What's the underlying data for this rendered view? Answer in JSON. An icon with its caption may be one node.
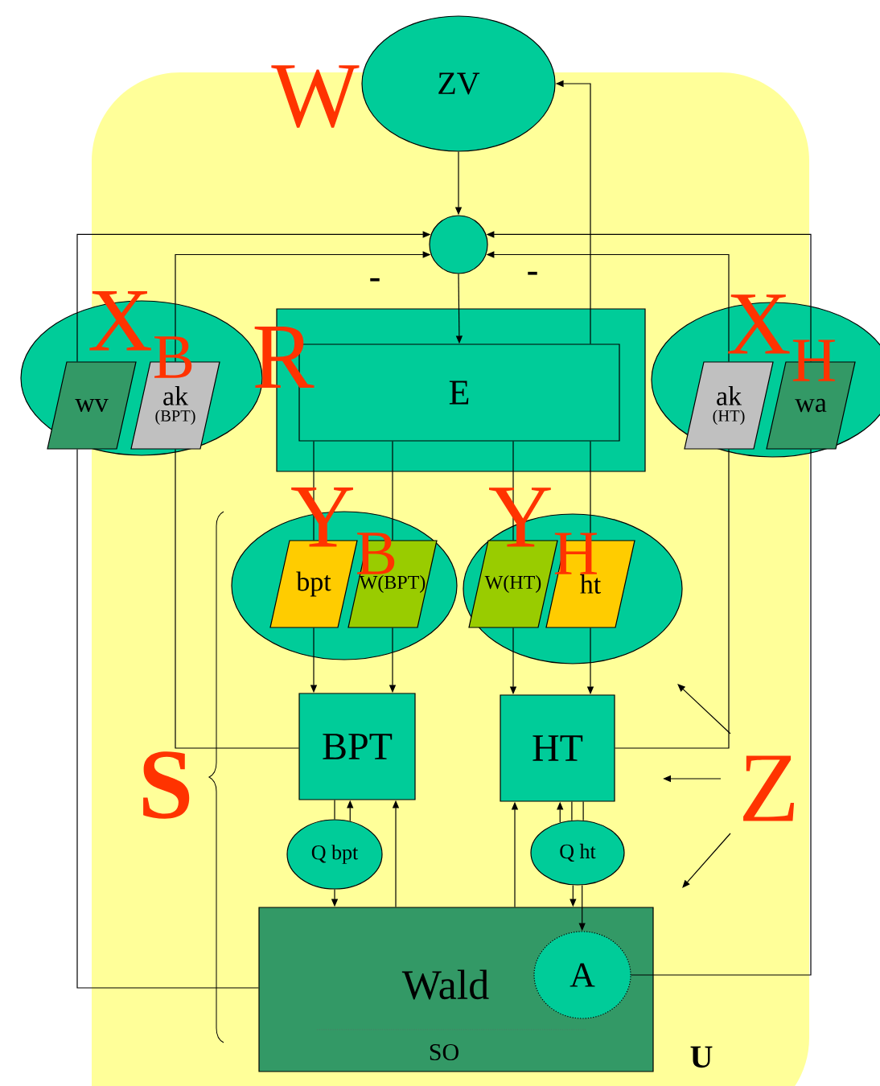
{
  "diagram": {
    "nodes": [
      {
        "text": [
          "ZV"
        ],
        "beside": [
          "W"
        ]
      },
      {
        "text": [],
        "shape": "circle"
      },
      {
        "text": [],
        "shape": "box",
        "beside": [
          "R"
        ]
      },
      {
        "text": [
          "E"
        ],
        "in": 2
      },
      {
        "text": [],
        "shape": "ellipse",
        "beside": [
          "X$_{B}$"
        ]
      },
      {
        "text": [
          "wv"
        ],
        "in": 4
      },
      {
        "text": [
          "ak",
          "(BPT)"
        ],
        "in": 4
      },
      {
        "text": [],
        "shape": "ellipse",
        "beside": [
          "X$_{H}$"
        ]
      },
      {
        "text": [
          "ak",
          "(HT)"
        ],
        "in": 7
      },
      {
        "text": [
          "wa"
        ],
        "in": 7
      },
      {
        "text": [],
        "shape": "ellipse",
        "beside": [
          "Y$_{B}$"
        ]
      },
      {
        "text": [
          "bpt"
        ],
        "in": 10
      },
      {
        "text": [
          "W(BPT)"
        ],
        "in": 10
      },
      {
        "text": [],
        "shape": "ellipse",
        "beside": [
          "Y$_{H}$"
        ]
      },
      {
        "text": [
          "W(HT)"
        ],
        "in": 13
      },
      {
        "text": [
          "ht"
        ],
        "in": 13
      },
      {
        "text": [
          "BPT"
        ]
      },
      {
        "text": [
          "HT"
        ]
      },
      {
        "text": [
          "Q bpt"
        ]
      },
      {
        "text": [
          "Q ht"
        ]
      },
      {
        "text": [
          "Wald",
          "SO"
        ]
      },
      {
        "text": [
          "A"
        ],
        "in": 20
      },
      {
        "text": [
          "Z"
        ]
      }
    ],
    "edges": [
      {
        "from": 0,
        "to": 1,
        "arrow": "to"
      },
      {
        "from": 1,
        "to": 3,
        "arrow": "to"
      },
      {
        "from": 3,
        "to": 0,
        "arrow": "to"
      },
      {
        "from": 20,
        "to": 5,
        "arrow": "none"
      },
      {
        "from": 5,
        "to": 1,
        "arrow": "to"
      },
      {
        "from": 16,
        "to": 6,
        "arrow": "none"
      },
      {
        "from": 6,
        "to": 1,
        "arrow": "to"
      },
      {
        "from": 17,
        "to": 8,
        "arrow": "none"
      },
      {
        "from": 8,
        "to": 1,
        "arrow": "to"
      },
      {
        "from": 21,
        "to": 9,
        "arrow": "none"
      },
      {
        "from": 9,
        "to": 1,
        "arrow": "to"
      },
      {
        "from": 3,
        "to": 11,
        "arrow": "none"
      },
      {
        "from": 3,
        "to": 12,
        "arrow": "none"
      },
      {
        "from": 3,
        "to": 14,
        "arrow": "none"
      },
      {
        "from": 3,
        "to": 15,
        "arrow": "none"
      },
      {
        "from": 11,
        "to": 16,
        "arrow": "to"
      },
      {
        "from": 12,
        "to": 16,
        "arrow": "to"
      },
      {
        "from": 14,
        "to": 17,
        "arrow": "to"
      },
      {
        "from": 15,
        "to": 17,
        "arrow": "to"
      },
      {
        "from": 16,
        "to": 18,
        "arrow": "none"
      },
      {
        "from": 18,
        "to": 20,
        "arrow": "to"
      },
      {
        "from": 18,
        "to": 16,
        "arrow": "to"
      },
      {
        "from": 20,
        "to": 16,
        "arrow": "to"
      },
      {
        "from": 20,
        "to": 17,
        "arrow": "to"
      },
      {
        "from": 19,
        "to": 17,
        "arrow": "to"
      },
      {
        "from": 17,
        "to": 19,
        "arrow": "none"
      },
      {
        "from": 17,
        "to": 19,
        "arrow": "none"
      },
      {
        "from": 19,
        "to": 20,
        "arrow": "to"
      },
      {
        "from": 19,
        "to": 21,
        "arrow": "to"
      },
      {
        "from": 22,
        "to": null,
        "arrow": "to"
      },
      {
        "from": 22,
        "to": null,
        "arrow": "to"
      },
      {
        "from": 22,
        "to": null,
        "arrow": "to"
      }
    ],
    "labels": [
      "-",
      "-",
      "S",
      "U"
    ]
  }
}
